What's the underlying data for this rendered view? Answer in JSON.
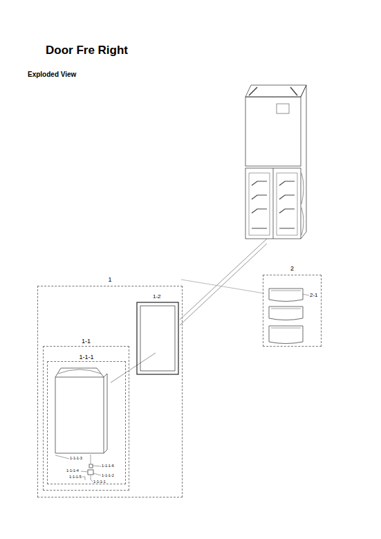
{
  "diagram": {
    "title": "Door Fre Right",
    "nodes": [
      {
        "text": [
          "1"
        ]
      },
      {
        "text": [
          "1-1"
        ],
        "in": 0
      },
      {
        "text": [
          "1-1-1"
        ],
        "in": 1
      },
      {
        "text": [
          "2"
        ]
      }
    ],
    "labels": [
      "Exploded View",
      "1-2",
      "2-1",
      "1-1-1-3",
      "1-1-1-6",
      "1-1-1-4",
      "1-1-1-2",
      "1-1-1-5",
      "1-1-1-1"
    ]
  }
}
